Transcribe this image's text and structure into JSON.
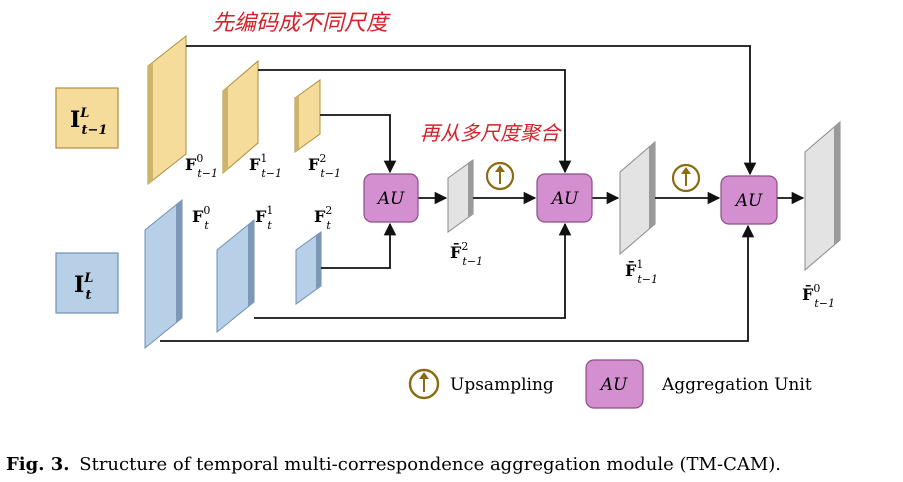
{
  "annotations": {
    "top_handwritten": "先编码成不同尺度",
    "mid_handwritten": "再从多尺度聚合"
  },
  "inputs": {
    "prev_frame": {
      "main": "I",
      "sup": "L",
      "sub": "t−1"
    },
    "curr_frame": {
      "main": "I",
      "sup": "L",
      "sub": "t"
    }
  },
  "features_prev": [
    {
      "main": "F",
      "sup": "0",
      "sub": "t−1"
    },
    {
      "main": "F",
      "sup": "1",
      "sub": "t−1"
    },
    {
      "main": "F",
      "sup": "2",
      "sub": "t−1"
    }
  ],
  "features_curr": [
    {
      "main": "F",
      "sup": "0",
      "sub": "t"
    },
    {
      "main": "F",
      "sup": "1",
      "sub": "t"
    },
    {
      "main": "F",
      "sup": "2",
      "sub": "t"
    }
  ],
  "aggregated": [
    {
      "main": "F̄",
      "sup": "2",
      "sub": "t−1"
    },
    {
      "main": "F̄",
      "sup": "1",
      "sub": "t−1"
    },
    {
      "main": "F̄",
      "sup": "0",
      "sub": "t−1"
    }
  ],
  "au_label": "AU",
  "legend": {
    "upsampling_label": "Upsampling",
    "au_box_label": "AU",
    "aggregation_label": "Aggregation Unit"
  },
  "caption": {
    "prefix": "Fig. 3.",
    "text": "Structure of temporal multi-correspondence aggregation module (TM-CAM)."
  },
  "colors": {
    "prev_fill": "#f5dc9a",
    "prev_stroke": "#b08d3a",
    "curr_fill": "#b8cfe8",
    "curr_stroke": "#6f8fb4",
    "au_fill": "#d48fd0",
    "au_stroke": "#8a4d87",
    "gray_fill": "#e3e3e3",
    "gray_side": "#9a9a9a",
    "upsample_stroke": "#8a6a12",
    "annotation": "#d6202b"
  }
}
